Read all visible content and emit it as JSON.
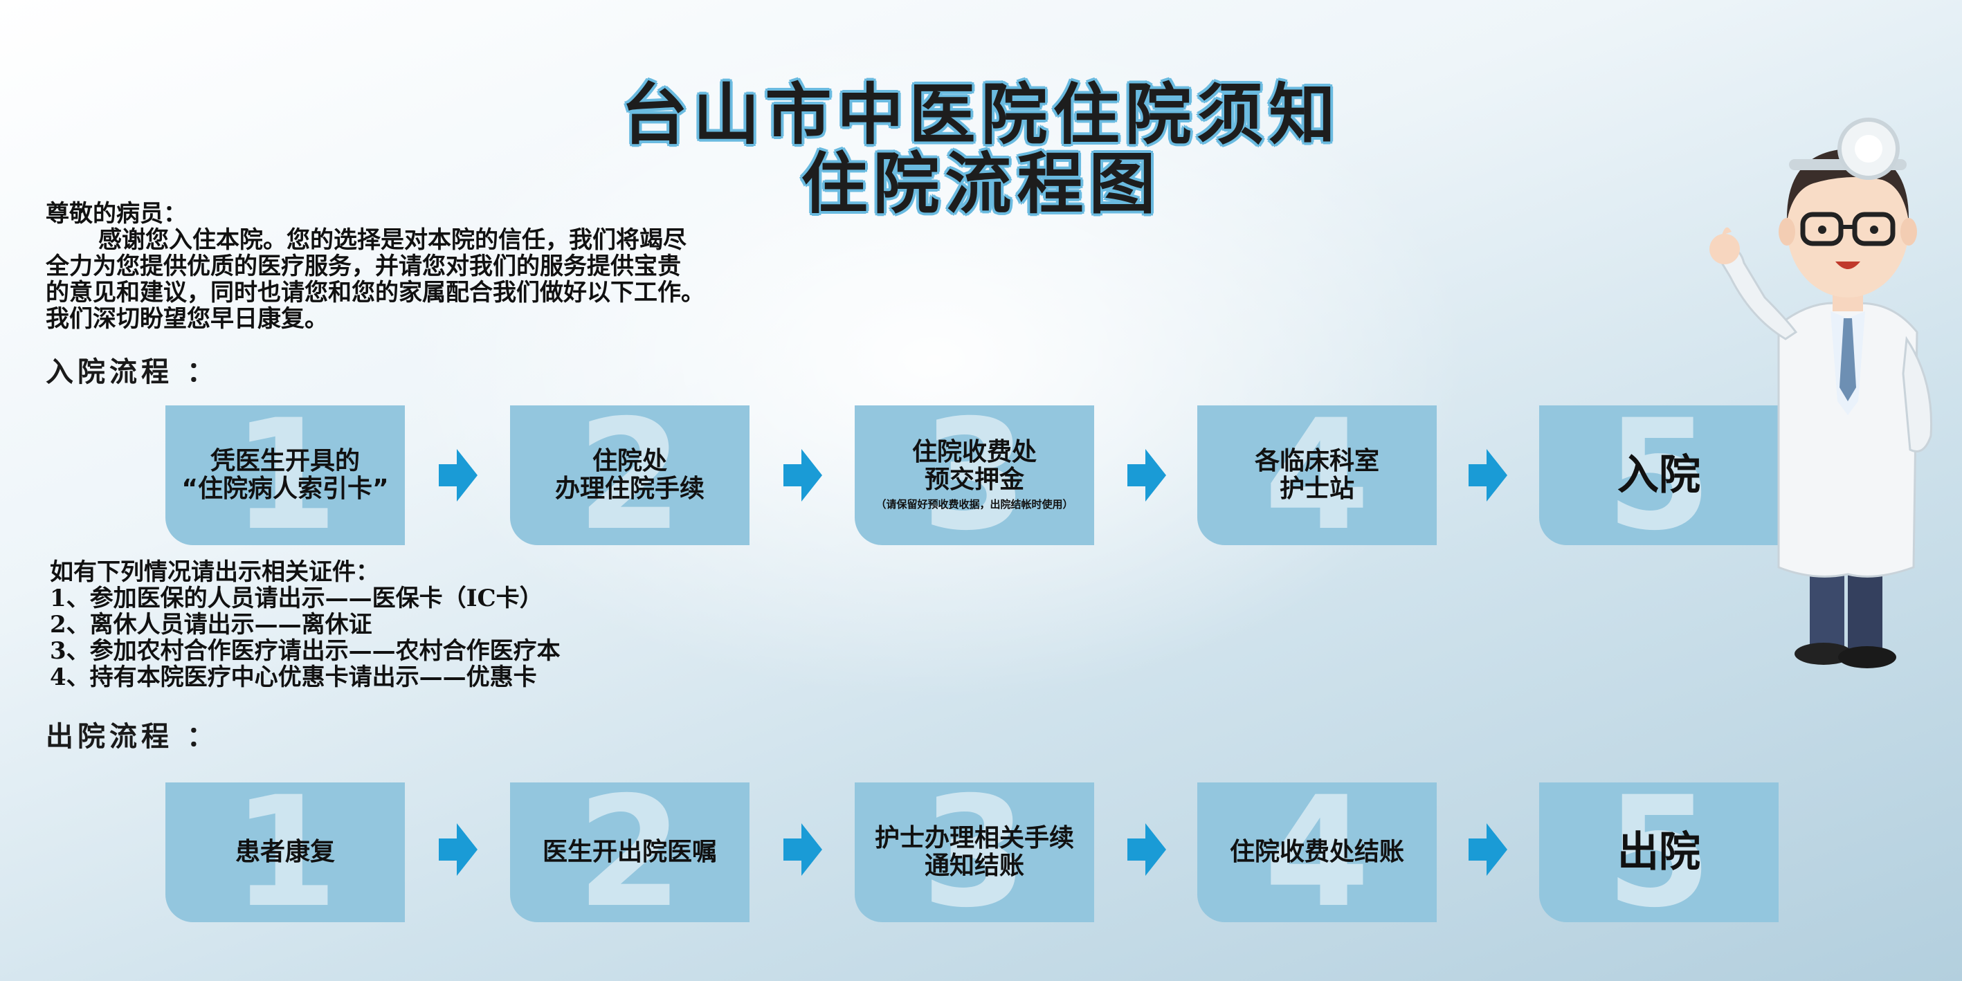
{
  "title": {
    "line1": "台山市中医院住院须知",
    "line2": "住院流程图"
  },
  "intro": {
    "greeting": "尊敬的病员：",
    "line1": "感谢您入住本院。您的选择是对本院的信任，我们将竭尽",
    "line2": "全力为您提供优质的医疗服务，并请您对我们的服务提供宝贵",
    "line3": "的意见和建议，同时也请您和您的家属配合我们做好以下工作。",
    "line4": "我们深切盼望您早日康复。"
  },
  "admission": {
    "heading": "入院流程 ：",
    "steps": [
      {
        "num": "1",
        "line1": "凭医生开具的",
        "line2": "“住院病人索引卡”"
      },
      {
        "num": "2",
        "line1": "住院处",
        "line2": "办理住院手续"
      },
      {
        "num": "3",
        "line1": "住院收费处",
        "line2": "预交押金",
        "note": "（请保留好预收费收据，出院结帐时使用）"
      },
      {
        "num": "4",
        "line1": "各临床科室",
        "line2": "护士站"
      },
      {
        "num": "5",
        "line1": "入院"
      }
    ]
  },
  "notes": {
    "heading": "如有下列情况请出示相关证件：",
    "items": [
      "1、参加医保的人员请出示——医保卡（IC卡）",
      "2、离休人员请出示——离休证",
      "3、参加农村合作医疗请出示——农村合作医疗本",
      "4、持有本院医疗中心优惠卡请出示——优惠卡"
    ]
  },
  "discharge": {
    "heading": "出院流程 ：",
    "steps": [
      {
        "num": "1",
        "line1": "患者康复"
      },
      {
        "num": "2",
        "line1": "医生开出院医嘱"
      },
      {
        "num": "3",
        "line1": "护士办理相关手续",
        "line2": "通知结账"
      },
      {
        "num": "4",
        "line1": "住院收费处结账"
      },
      {
        "num": "5",
        "line1": "出院"
      }
    ]
  },
  "colors": {
    "step_box": "#93c6de",
    "arrow": "#1a9bd6",
    "title_outline": "#6bbbe0"
  },
  "icons": {
    "arrow": "right-arrow-icon",
    "mascot": "doctor-illustration"
  }
}
